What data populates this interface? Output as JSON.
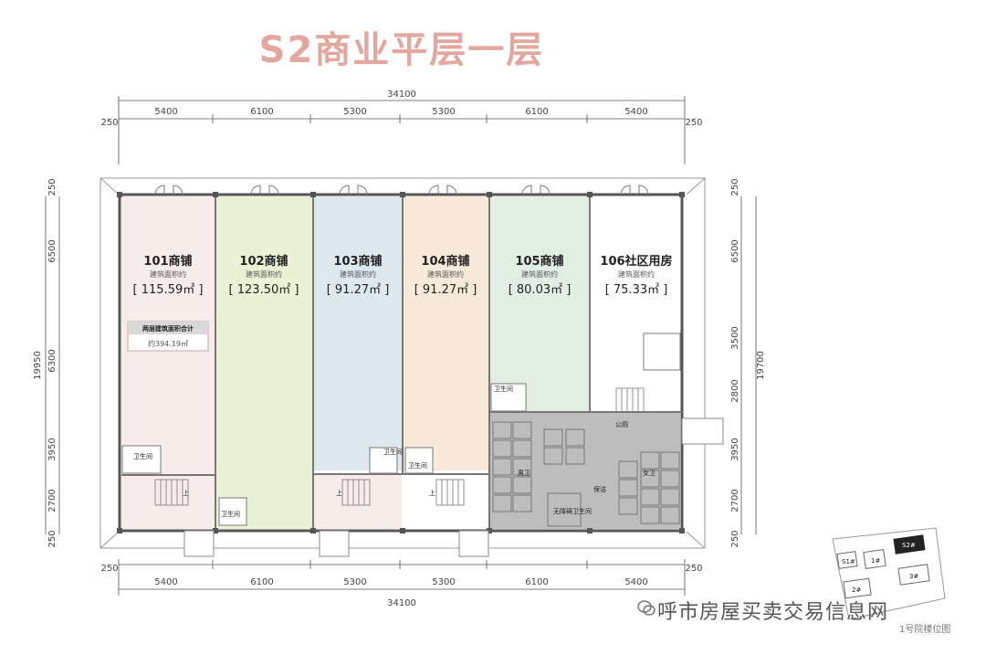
{
  "title": "S2商业平层一层",
  "dims": {
    "total": "34100",
    "edge": "250",
    "columns": [
      "5400",
      "6100",
      "5300",
      "5300",
      "6100",
      "5400"
    ],
    "left_total": "19950",
    "right_total": "19700",
    "left_rows": [
      "250",
      "6500",
      "6300",
      "3950",
      "2700",
      "250"
    ],
    "right_rows": [
      "250",
      "6500",
      "3500",
      "2800",
      "3950",
      "2700",
      "250"
    ]
  },
  "units": [
    {
      "name": "101商铺",
      "sub": "建筑面积约",
      "area": "[ 115.59㎡ ]",
      "color": "#f8ecea"
    },
    {
      "name": "102商铺",
      "sub": "建筑面积约",
      "area": "[ 123.50㎡ ]",
      "color": "#eaf2d6"
    },
    {
      "name": "103商铺",
      "sub": "建筑面积约",
      "area": "[ 91.27㎡ ]",
      "color": "#dde9ee"
    },
    {
      "name": "104商铺",
      "sub": "建筑面积约",
      "area": "[ 91.27㎡ ]",
      "color": "#f7ead9"
    },
    {
      "name": "105商铺",
      "sub": "建筑面积约",
      "area": "[ 80.03㎡ ]",
      "color": "#e1efe3"
    },
    {
      "name": "106社区用房",
      "sub": "建筑面积约",
      "area": "[ 75.33㎡ ]",
      "color": "#ffffff"
    }
  ],
  "combined": {
    "label": "两层建筑面积合计",
    "value": "约394.19㎡"
  },
  "labels": {
    "bath": "卫生间",
    "public_wc": "公厕",
    "men": "男卫",
    "women": "女卫",
    "cleaning": "保洁",
    "accessible": "无障碍卫生间",
    "up": "上"
  },
  "site_map": {
    "buildings": [
      "S1#",
      "1#",
      "S2#",
      "2#",
      "3#"
    ],
    "caption": "1号院楼位图"
  },
  "watermark": "呼市房屋买卖交易信息网"
}
